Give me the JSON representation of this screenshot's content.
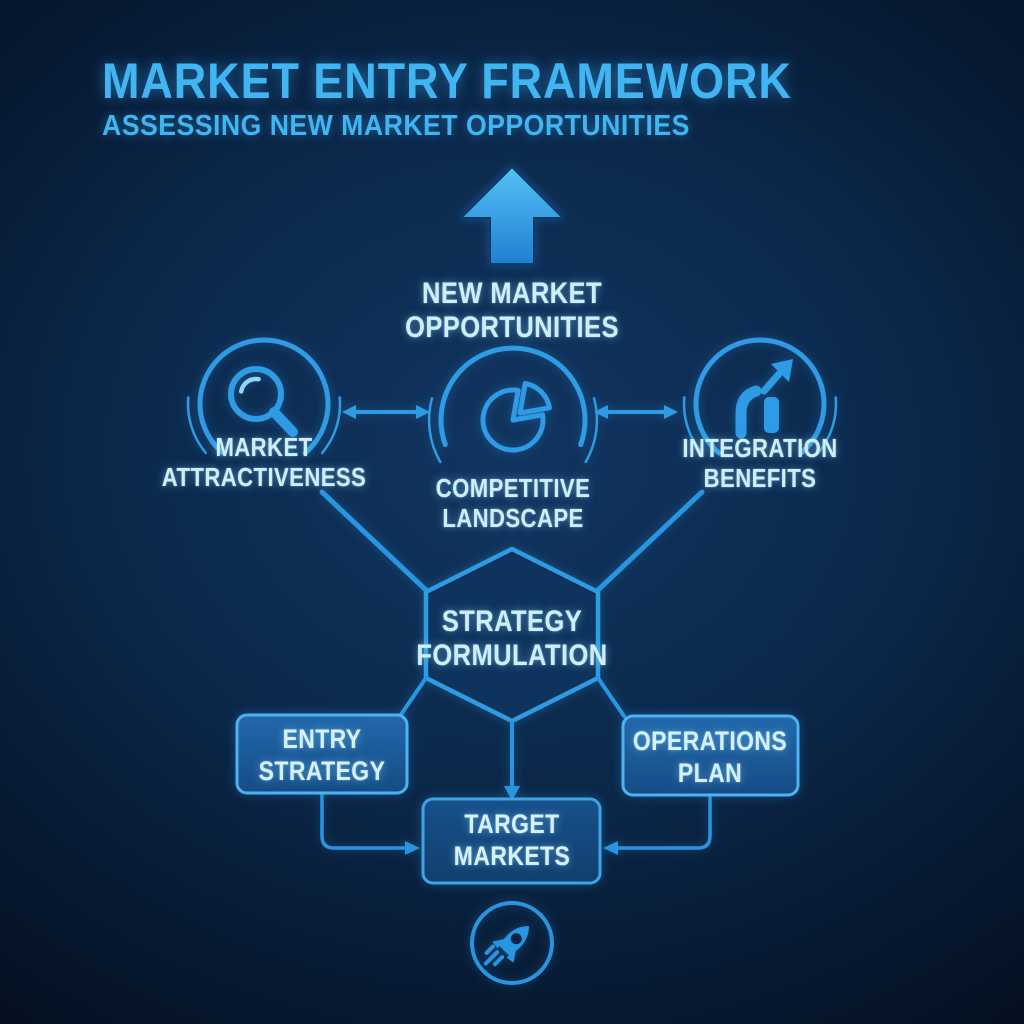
{
  "header": {
    "title": "MARKET ENTRY FRAMEWORK",
    "subtitle": "ASSESSING NEW MARKET OPPORTUNITIES"
  },
  "top_flow": {
    "icon": "up-arrow-icon",
    "label_line1": "NEW MARKET",
    "label_line2": "OPPORTUNITIES"
  },
  "assessment_nodes": [
    {
      "id": "market-attractiveness",
      "icon": "magnifier-icon",
      "line1": "MARKET",
      "line2": "ATTRACTIVENESS"
    },
    {
      "id": "competitive-landscape",
      "icon": "pie-chart-icon",
      "line1": "COMPETITIVE",
      "line2": "LANDSCAPE"
    },
    {
      "id": "integration-benefits",
      "icon": "growth-chart-icon",
      "line1": "INTEGRATION",
      "line2": "BENEFITS"
    }
  ],
  "strategy_node": {
    "line1": "STRATEGY",
    "line2": "FORMULATION"
  },
  "output_nodes": [
    {
      "id": "entry-strategy",
      "line1": "ENTRY",
      "line2": "STRATEGY"
    },
    {
      "id": "operations-plan",
      "line1": "OPERATIONS",
      "line2": "PLAN"
    },
    {
      "id": "target-markets",
      "line1": "TARGET",
      "line2": "MARKETS"
    }
  ],
  "footer": {
    "icon": "rocket-icon"
  },
  "colors": {
    "background_center": "#113560",
    "background_edge": "#040d1c",
    "accent_line": "#2e9be4",
    "title_text": "#41b4f2",
    "label_text": "#cfeefc",
    "arrow_gradient_top": "#55c1f7",
    "arrow_gradient_bottom": "#1f7fd0",
    "box_fill": "#1d5c99",
    "box_border": "#4cb2f2",
    "target_box_fill": "#154a80"
  }
}
